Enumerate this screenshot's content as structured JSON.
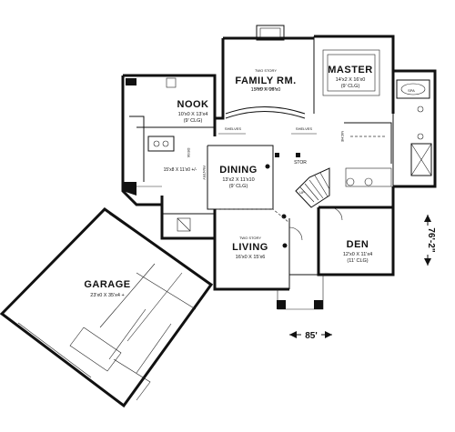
{
  "rooms": {
    "family": {
      "subtitle": "TWO STORY",
      "name": "FAMILY RM.",
      "dims": "15'x0 X 16'x0"
    },
    "master": {
      "name": "MASTER",
      "dims": "14'x2 X 16'x0",
      "ceiling": "(9' CLG)"
    },
    "nook": {
      "name": "NOOK",
      "dims": "10'x0 X 13'x4",
      "ceiling": "(9' CLG)"
    },
    "kitchen": {
      "dims": "15'x8 X 11'x0 +/-"
    },
    "dining": {
      "name": "DINING",
      "dims": "13'x2 X 11'x10",
      "ceiling": "(9' CLG)"
    },
    "living": {
      "subtitle": "TWO STORY",
      "name": "LIVING",
      "dims": "16'x0 X 15'x6"
    },
    "den": {
      "name": "DEN",
      "dims": "12'x0 X 11'x4",
      "ceiling": "(11' CLG)"
    },
    "garage": {
      "name": "GARAGE",
      "dims": "23'x0 X 35'x4 +"
    }
  },
  "labels": {
    "shelves_left": "SHELVES",
    "shelves_right": "SHELVES",
    "stor": "STOR",
    "niche": "NICHE",
    "spa": "SPA",
    "desk": "DESK",
    "pantry": "PANTRY",
    "up": "UP"
  },
  "dimensions": {
    "width": "85'",
    "depth": "76'-2\""
  }
}
